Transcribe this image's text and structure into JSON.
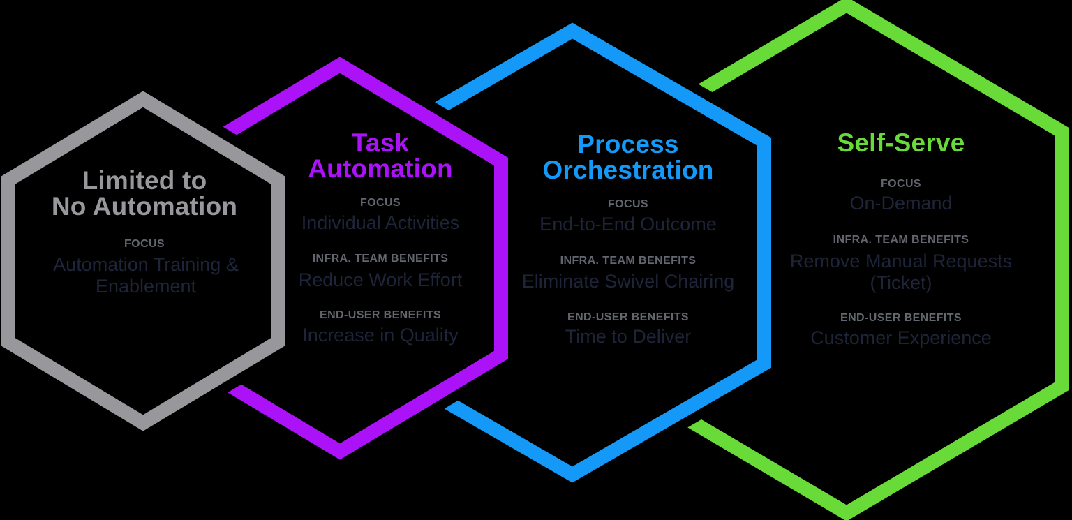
{
  "background_color": "#000000",
  "text_colors": {
    "label": "#63666F",
    "body": "#1F2539"
  },
  "hexagons": [
    {
      "id": "limited-to-no-automation",
      "color": "#97979C",
      "title_lines": [
        "Limited to",
        "No Automation"
      ],
      "sections": [
        {
          "label": "FOCUS",
          "body_lines": [
            "Automation Training &",
            "Enablement"
          ]
        }
      ]
    },
    {
      "id": "task-automation",
      "color": "#AB12F8",
      "title_lines": [
        "Task",
        "Automation"
      ],
      "sections": [
        {
          "label": "FOCUS",
          "body_lines": [
            "Individual Activities"
          ]
        },
        {
          "label": "INFRA. TEAM BENEFITS",
          "body_lines": [
            "Reduce Work Effort"
          ]
        },
        {
          "label": "END-USER BENEFITS",
          "body_lines": [
            "Increase in Quality"
          ]
        }
      ]
    },
    {
      "id": "process-orchestration",
      "color": "#1499F8",
      "title_lines": [
        "Process",
        "Orchestration"
      ],
      "sections": [
        {
          "label": "FOCUS",
          "body_lines": [
            "End-to-End Outcome"
          ]
        },
        {
          "label": "INFRA. TEAM BENEFITS",
          "body_lines": [
            "Eliminate Swivel Chairing"
          ]
        },
        {
          "label": "END-USER BENEFITS",
          "body_lines": [
            "Time to Deliver"
          ]
        }
      ]
    },
    {
      "id": "self-serve",
      "color": "#68DB38",
      "title_lines": [
        "Self-Serve"
      ],
      "sections": [
        {
          "label": "FOCUS",
          "body_lines": [
            "On-Demand"
          ]
        },
        {
          "label": "INFRA. TEAM BENEFITS",
          "body_lines": [
            "Remove Manual Requests",
            "(Ticket)"
          ]
        },
        {
          "label": "END-USER BENEFITS",
          "body_lines": [
            "Customer Experience"
          ]
        }
      ]
    }
  ]
}
